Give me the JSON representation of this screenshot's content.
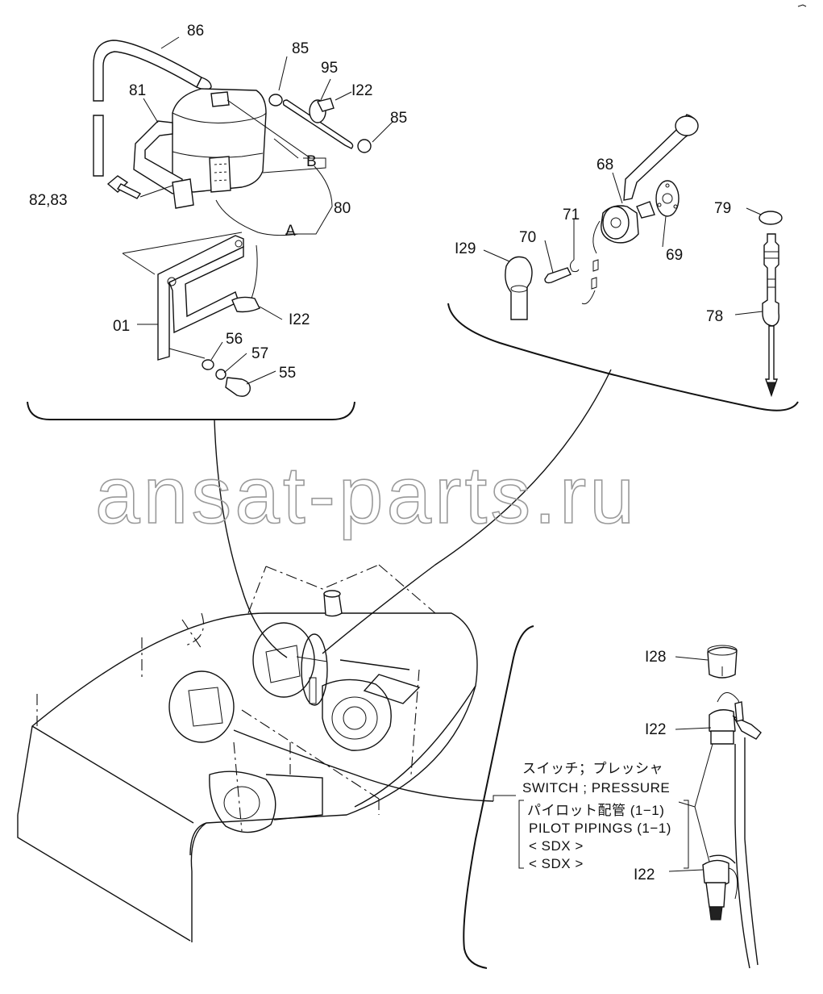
{
  "labels": {
    "p86": "86",
    "p85a": "85",
    "p95": "95",
    "p122a": "I22",
    "p85b": "85",
    "p81": "81",
    "pB": "B",
    "p80": "80",
    "pA": "A",
    "p8283": "82,83",
    "p01": "01",
    "p122b": "I22",
    "p56": "56",
    "p57": "57",
    "p55": "55",
    "p68": "68",
    "p71": "71",
    "p70": "70",
    "p129": "I29",
    "p69": "69",
    "p79": "79",
    "p78": "78",
    "p128": "I28",
    "p122c": "I22",
    "p122d": "I22"
  },
  "note": {
    "switch_jp": "スイッチ；プレッシャ",
    "switch_en": "SWITCH ; PRESSURE",
    "pilot_jp": "パイロット配管 (1−1)",
    "pilot_en": "PILOT PIPINGS (1−1)",
    "sdx1": "< SDX >",
    "sdx2": "< SDX >"
  },
  "watermark": "ansat-parts.ru",
  "colors": {
    "line": "#111111",
    "watermark": "#9a9a9a",
    "background": "#ffffff"
  }
}
